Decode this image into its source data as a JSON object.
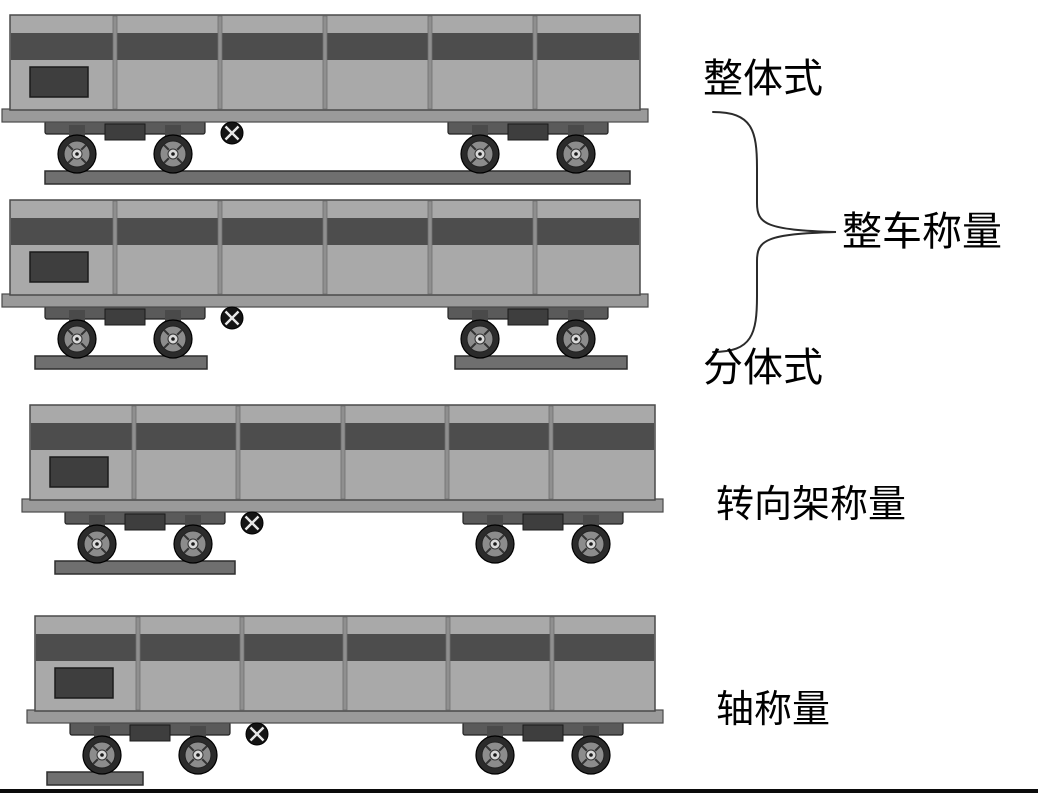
{
  "labels": {
    "integral": "整体式",
    "whole_car_weighing": "整车称量",
    "split": "分体式",
    "bogie_weighing": "转向架称量",
    "axle_weighing": "轴称量"
  },
  "diagram": {
    "description_icons": {
      "crossed_circle": "crossed-circle-icon"
    },
    "cars": [
      {
        "id": "integral",
        "platforms": "full"
      },
      {
        "id": "split",
        "platforms": "two"
      },
      {
        "id": "bogie-weighing",
        "platforms": "left-bogie"
      },
      {
        "id": "axle-weighing",
        "platforms": "left-axle"
      }
    ],
    "colors": {
      "body": "#a9a9a9",
      "body_outline": "#4a4a4a",
      "stripe": "#4d4d4d",
      "rib": "#8f8f8f",
      "door_panel": "#3e3e3e",
      "underframe": "#9a9a9a",
      "bogie_frame": "#5a5a5a",
      "wheel_outer": "#2b2b2b",
      "wheel_ring": "#8c8c8c",
      "wheel_hub": "#d9d9d9",
      "platform": "#6f6f6f",
      "platform_outline": "#2e2e2e",
      "symbol": "#141414",
      "bottom_border": "#0b0b0b",
      "label_text": "#000000"
    }
  }
}
